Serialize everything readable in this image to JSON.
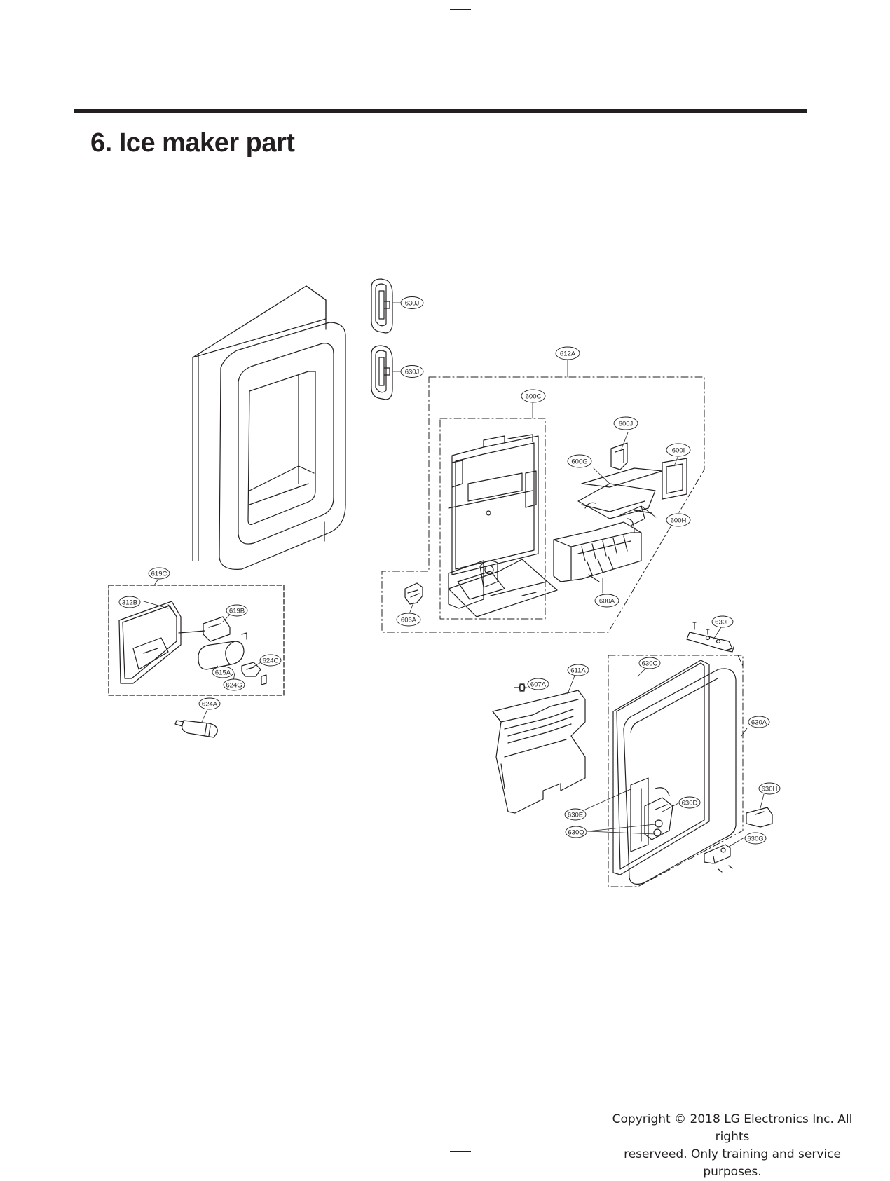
{
  "page": {
    "title": "6. Ice maker part",
    "copyright_line1": "Copyright © 2018 LG Electronics Inc. All rights",
    "copyright_line2": "reserveed. Only training and service purposes."
  },
  "callouts": {
    "c630J_top": "630J",
    "c630J_bottom": "630J",
    "c612A": "612A",
    "c600C": "600C",
    "c600J": "600J",
    "c600I": "600I",
    "c600G": "600G",
    "c600H": "600H",
    "c600A": "600A",
    "c606A": "606A",
    "c619C": "619C",
    "c312B": "312B",
    "c619B": "619B",
    "c624C": "624C",
    "c615A": "615A",
    "c624G": "624G",
    "c624A": "624A",
    "c630F": "630F",
    "c611A": "611A",
    "c630C": "630C",
    "c607A": "607A",
    "c630A": "630A",
    "c630H": "630H",
    "c630D": "630D",
    "c630E": "630E",
    "c630Q": "630Q",
    "c630G": "630G"
  }
}
